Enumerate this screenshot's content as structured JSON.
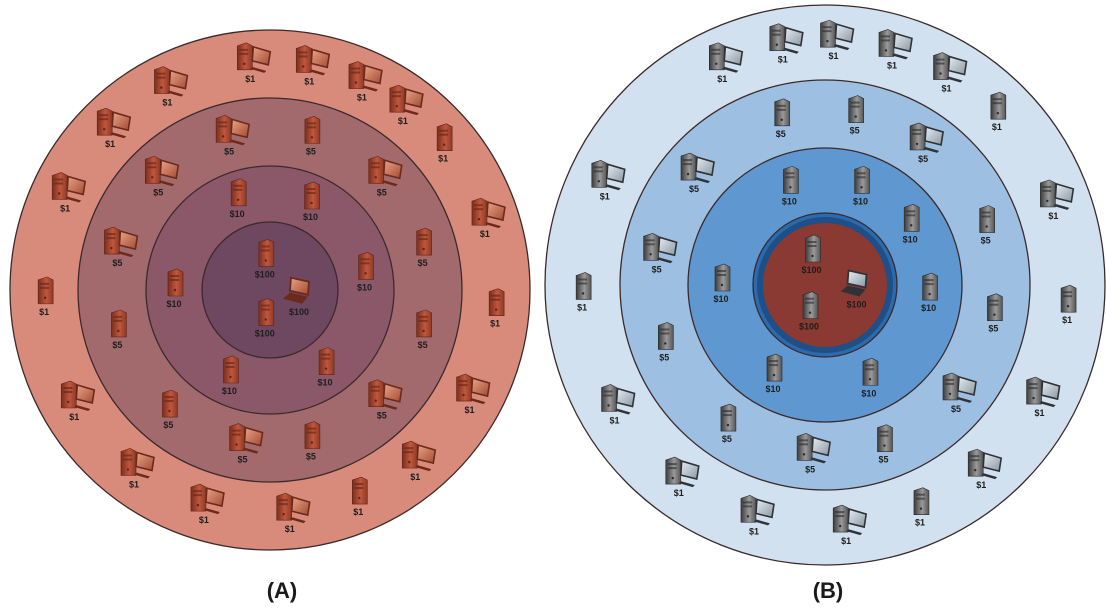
{
  "diagrams": [
    {
      "caption": "(A)",
      "ring_colors": [
        "#d98b7b",
        "#a36a6d",
        "#8a5868",
        "#6e4860"
      ],
      "device_tone": "red",
      "items": [
        {
          "ring": 0,
          "angle": -95,
          "kind": "desktop",
          "label": "$1"
        },
        {
          "ring": 0,
          "angle": -80,
          "kind": "desktop",
          "label": "$1"
        },
        {
          "ring": 0,
          "angle": -66,
          "kind": "desktop",
          "label": "$1"
        },
        {
          "ring": 0,
          "angle": -54,
          "kind": "desktop",
          "label": "$1"
        },
        {
          "ring": 0,
          "angle": -40,
          "kind": "tower",
          "label": "$1"
        },
        {
          "ring": 0,
          "angle": -18,
          "kind": "desktop",
          "label": "$1"
        },
        {
          "ring": 0,
          "angle": 5,
          "kind": "tower",
          "label": "$1"
        },
        {
          "ring": 0,
          "angle": 28,
          "kind": "desktop",
          "label": "$1"
        },
        {
          "ring": 0,
          "angle": 50,
          "kind": "desktop",
          "label": "$1"
        },
        {
          "ring": 0,
          "angle": 67,
          "kind": "tower",
          "label": "$1"
        },
        {
          "ring": 0,
          "angle": 85,
          "kind": "desktop",
          "label": "$1"
        },
        {
          "ring": 0,
          "angle": 107,
          "kind": "desktop",
          "label": "$1"
        },
        {
          "ring": 0,
          "angle": 127,
          "kind": "desktop",
          "label": "$1"
        },
        {
          "ring": 0,
          "angle": 150,
          "kind": "desktop",
          "label": "$1"
        },
        {
          "ring": 0,
          "angle": 178,
          "kind": "tower",
          "label": "$1"
        },
        {
          "ring": 0,
          "angle": 205,
          "kind": "desktop",
          "label": "$1"
        },
        {
          "ring": 0,
          "angle": 225,
          "kind": "desktop",
          "label": "$1"
        },
        {
          "ring": 0,
          "angle": 243,
          "kind": "desktop",
          "label": "$1"
        },
        {
          "ring": 1,
          "angle": -105,
          "kind": "desktop",
          "label": "$5"
        },
        {
          "ring": 1,
          "angle": -75,
          "kind": "tower",
          "label": "$5"
        },
        {
          "ring": 1,
          "angle": -45,
          "kind": "desktop",
          "label": "$5"
        },
        {
          "ring": 1,
          "angle": -15,
          "kind": "tower",
          "label": "$5"
        },
        {
          "ring": 1,
          "angle": 15,
          "kind": "tower",
          "label": "$5"
        },
        {
          "ring": 1,
          "angle": 45,
          "kind": "desktop",
          "label": "$5"
        },
        {
          "ring": 1,
          "angle": 75,
          "kind": "tower",
          "label": "$5"
        },
        {
          "ring": 1,
          "angle": 100,
          "kind": "desktop",
          "label": "$5"
        },
        {
          "ring": 1,
          "angle": 130,
          "kind": "tower",
          "label": "$5"
        },
        {
          "ring": 1,
          "angle": 165,
          "kind": "tower",
          "label": "$5"
        },
        {
          "ring": 1,
          "angle": 195,
          "kind": "desktop",
          "label": "$5"
        },
        {
          "ring": 1,
          "angle": 225,
          "kind": "desktop",
          "label": "$5"
        },
        {
          "ring": 2,
          "angle": -110,
          "kind": "tower",
          "label": "$10"
        },
        {
          "ring": 2,
          "angle": -65,
          "kind": "tower",
          "label": "$10"
        },
        {
          "ring": 2,
          "angle": -10,
          "kind": "tower",
          "label": "$10"
        },
        {
          "ring": 2,
          "angle": 55,
          "kind": "tower",
          "label": "$10"
        },
        {
          "ring": 2,
          "angle": 115,
          "kind": "tower",
          "label": "$10"
        },
        {
          "ring": 2,
          "angle": 180,
          "kind": "tower",
          "label": "$10"
        },
        {
          "ring": 3,
          "angle": -100,
          "kind": "tower",
          "label": "$100"
        },
        {
          "ring": 3,
          "angle": 15,
          "kind": "laptop",
          "label": "$100"
        },
        {
          "ring": 3,
          "angle": 100,
          "kind": "tower",
          "label": "$100"
        }
      ]
    },
    {
      "caption": "(B)",
      "ring_colors": [
        "#d2e1ef",
        "#9dc0e2",
        "#5f98d0",
        "#2b6aae"
      ],
      "core_color": "#8a3a32",
      "device_tone": "gray",
      "items": [
        {
          "ring": 0,
          "angle": -115,
          "kind": "desktop",
          "label": "$1"
        },
        {
          "ring": 0,
          "angle": -100,
          "kind": "desktop",
          "label": "$1"
        },
        {
          "ring": 0,
          "angle": -88,
          "kind": "desktop",
          "label": "$1"
        },
        {
          "ring": 0,
          "angle": -74,
          "kind": "desktop",
          "label": "$1"
        },
        {
          "ring": 0,
          "angle": -60,
          "kind": "desktop",
          "label": "$1"
        },
        {
          "ring": 0,
          "angle": -45,
          "kind": "tower",
          "label": "$1"
        },
        {
          "ring": 0,
          "angle": -20,
          "kind": "desktop",
          "label": "$1"
        },
        {
          "ring": 0,
          "angle": 5,
          "kind": "tower",
          "label": "$1"
        },
        {
          "ring": 0,
          "angle": 28,
          "kind": "desktop",
          "label": "$1"
        },
        {
          "ring": 0,
          "angle": 50,
          "kind": "desktop",
          "label": "$1"
        },
        {
          "ring": 0,
          "angle": 67,
          "kind": "tower",
          "label": "$1"
        },
        {
          "ring": 0,
          "angle": 85,
          "kind": "desktop",
          "label": "$1"
        },
        {
          "ring": 0,
          "angle": 107,
          "kind": "desktop",
          "label": "$1"
        },
        {
          "ring": 0,
          "angle": 127,
          "kind": "desktop",
          "label": "$1"
        },
        {
          "ring": 0,
          "angle": 150,
          "kind": "desktop",
          "label": "$1"
        },
        {
          "ring": 0,
          "angle": 178,
          "kind": "tower",
          "label": "$1"
        },
        {
          "ring": 0,
          "angle": 205,
          "kind": "desktop",
          "label": "$1"
        },
        {
          "ring": 1,
          "angle": -105,
          "kind": "tower",
          "label": "$5"
        },
        {
          "ring": 1,
          "angle": -80,
          "kind": "tower",
          "label": "$5"
        },
        {
          "ring": 1,
          "angle": -55,
          "kind": "desktop",
          "label": "$5"
        },
        {
          "ring": 1,
          "angle": -20,
          "kind": "tower",
          "label": "$5"
        },
        {
          "ring": 1,
          "angle": 10,
          "kind": "tower",
          "label": "$5"
        },
        {
          "ring": 1,
          "angle": 40,
          "kind": "desktop",
          "label": "$5"
        },
        {
          "ring": 1,
          "angle": 70,
          "kind": "tower",
          "label": "$5"
        },
        {
          "ring": 1,
          "angle": 95,
          "kind": "desktop",
          "label": "$5"
        },
        {
          "ring": 1,
          "angle": 125,
          "kind": "tower",
          "label": "$5"
        },
        {
          "ring": 1,
          "angle": 160,
          "kind": "tower",
          "label": "$5"
        },
        {
          "ring": 1,
          "angle": 190,
          "kind": "desktop",
          "label": "$5"
        },
        {
          "ring": 1,
          "angle": 220,
          "kind": "desktop",
          "label": "$5"
        },
        {
          "ring": 2,
          "angle": -110,
          "kind": "tower",
          "label": "$10"
        },
        {
          "ring": 2,
          "angle": -70,
          "kind": "tower",
          "label": "$10"
        },
        {
          "ring": 2,
          "angle": -35,
          "kind": "tower",
          "label": "$10"
        },
        {
          "ring": 2,
          "angle": 5,
          "kind": "tower",
          "label": "$10"
        },
        {
          "ring": 2,
          "angle": 65,
          "kind": "tower",
          "label": "$10"
        },
        {
          "ring": 2,
          "angle": 120,
          "kind": "tower",
          "label": "$10"
        },
        {
          "ring": 2,
          "angle": 180,
          "kind": "tower",
          "label": "$10"
        },
        {
          "ring": 3,
          "angle": -115,
          "kind": "tower",
          "label": "$100"
        },
        {
          "ring": 3,
          "angle": 10,
          "kind": "laptop",
          "label": "$100"
        },
        {
          "ring": 3,
          "angle": 120,
          "kind": "tower",
          "label": "$100"
        }
      ]
    }
  ]
}
